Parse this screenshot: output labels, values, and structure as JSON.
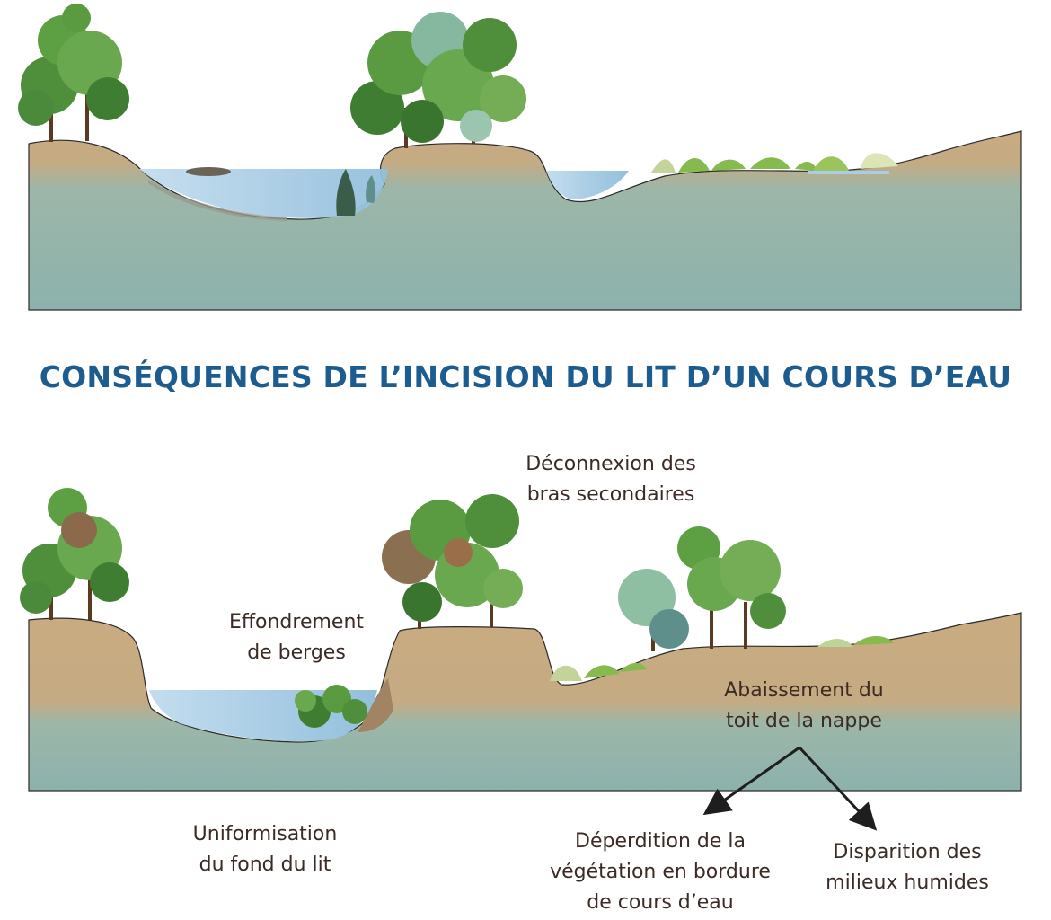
{
  "title": "CONSÉQUENCES DE L’INCISION DU LIT D’UN COURS D’EAU",
  "labels": {
    "deconnexion": [
      "Déconnexion des",
      "bras secondaires"
    ],
    "effondrement": [
      "Effondrement",
      "de berges"
    ],
    "abaissement": [
      "Abaissement du",
      "toit de la nappe"
    ],
    "uniformisation": [
      "Uniformisation",
      "du fond du lit"
    ],
    "deperdition": [
      "Déperdition de la",
      "végétation en bordure",
      "de cours d’eau"
    ],
    "disparition": [
      "Disparition des",
      "milieux humides"
    ]
  },
  "colors": {
    "title": "#1d5c8f",
    "soil": "#c7aa82",
    "groundwater": "#8fb3ad",
    "water": "#a9cde4",
    "tree_dark": "#3f7d32",
    "tree_light": "#79b35a",
    "grass": "#8fbf52",
    "text": "#3c2a24"
  }
}
